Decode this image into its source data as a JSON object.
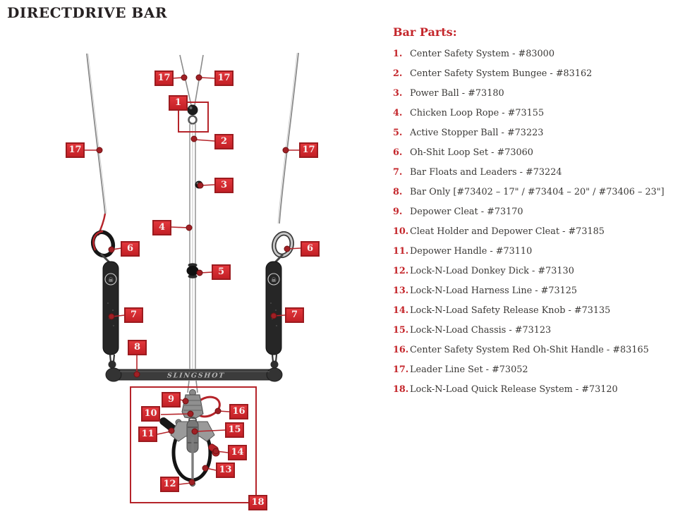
{
  "title": "DIRECTDRIVE BAR",
  "parts_panel": {
    "heading": "Bar Parts:",
    "items": [
      {
        "num": "1.",
        "label": "Center Safety System - #83000"
      },
      {
        "num": "2.",
        "label": "Center Safety System Bungee - #83162"
      },
      {
        "num": "3.",
        "label": "Power Ball - #73180"
      },
      {
        "num": "4.",
        "label": "Chicken Loop Rope - #73155"
      },
      {
        "num": "5.",
        "label": "Active Stopper Ball - #73223"
      },
      {
        "num": "6.",
        "label": "Oh-Shit Loop Set - #73060"
      },
      {
        "num": "7.",
        "label": "Bar Floats and Leaders - #73224"
      },
      {
        "num": "8.",
        "label": "Bar Only [#73402 – 17\" / #73404 – 20\" / #73406 – 23\"]"
      },
      {
        "num": "9.",
        "label": "Depower Cleat - #73170"
      },
      {
        "num": "10.",
        "label": "Cleat Holder and Depower Cleat - #73185"
      },
      {
        "num": "11.",
        "label": "Depower Handle - #73110"
      },
      {
        "num": "12.",
        "label": "Lock-N-Load Donkey Dick - #73130"
      },
      {
        "num": "13.",
        "label": "Lock-N-Load Harness Line - #73125"
      },
      {
        "num": "14.",
        "label": "Lock-N-Load Safety Release Knob - #73135"
      },
      {
        "num": "15.",
        "label": "Lock-N-Load Chassis - #73123"
      },
      {
        "num": "16.",
        "label": "Center Safety System Red Oh-Shit Handle - #83165"
      },
      {
        "num": "17.",
        "label": "Leader Line Set - #73052"
      },
      {
        "num": "18.",
        "label": "Lock-N-Load Quick Release System - #73120"
      }
    ]
  },
  "diagram": {
    "brand_text": "SLINGSHOT",
    "float_logo_glyph": "☠",
    "callouts": [
      {
        "num": "17"
      },
      {
        "num": "17"
      },
      {
        "num": "17"
      },
      {
        "num": "17"
      },
      {
        "num": "1"
      },
      {
        "num": "2"
      },
      {
        "num": "3"
      },
      {
        "num": "4"
      },
      {
        "num": "5"
      },
      {
        "num": "6"
      },
      {
        "num": "6"
      },
      {
        "num": "7"
      },
      {
        "num": "7"
      },
      {
        "num": "8"
      },
      {
        "num": "9"
      },
      {
        "num": "10"
      },
      {
        "num": "11"
      },
      {
        "num": "12"
      },
      {
        "num": "13"
      },
      {
        "num": "14"
      },
      {
        "num": "15"
      },
      {
        "num": "16"
      },
      {
        "num": "18"
      }
    ]
  },
  "colors": {
    "accent_red": "#c4262b",
    "callout_fill": "#d9262c",
    "callout_border": "#9c1b1f",
    "leader_red": "#b5242a",
    "text_dark": "#3a3836"
  }
}
